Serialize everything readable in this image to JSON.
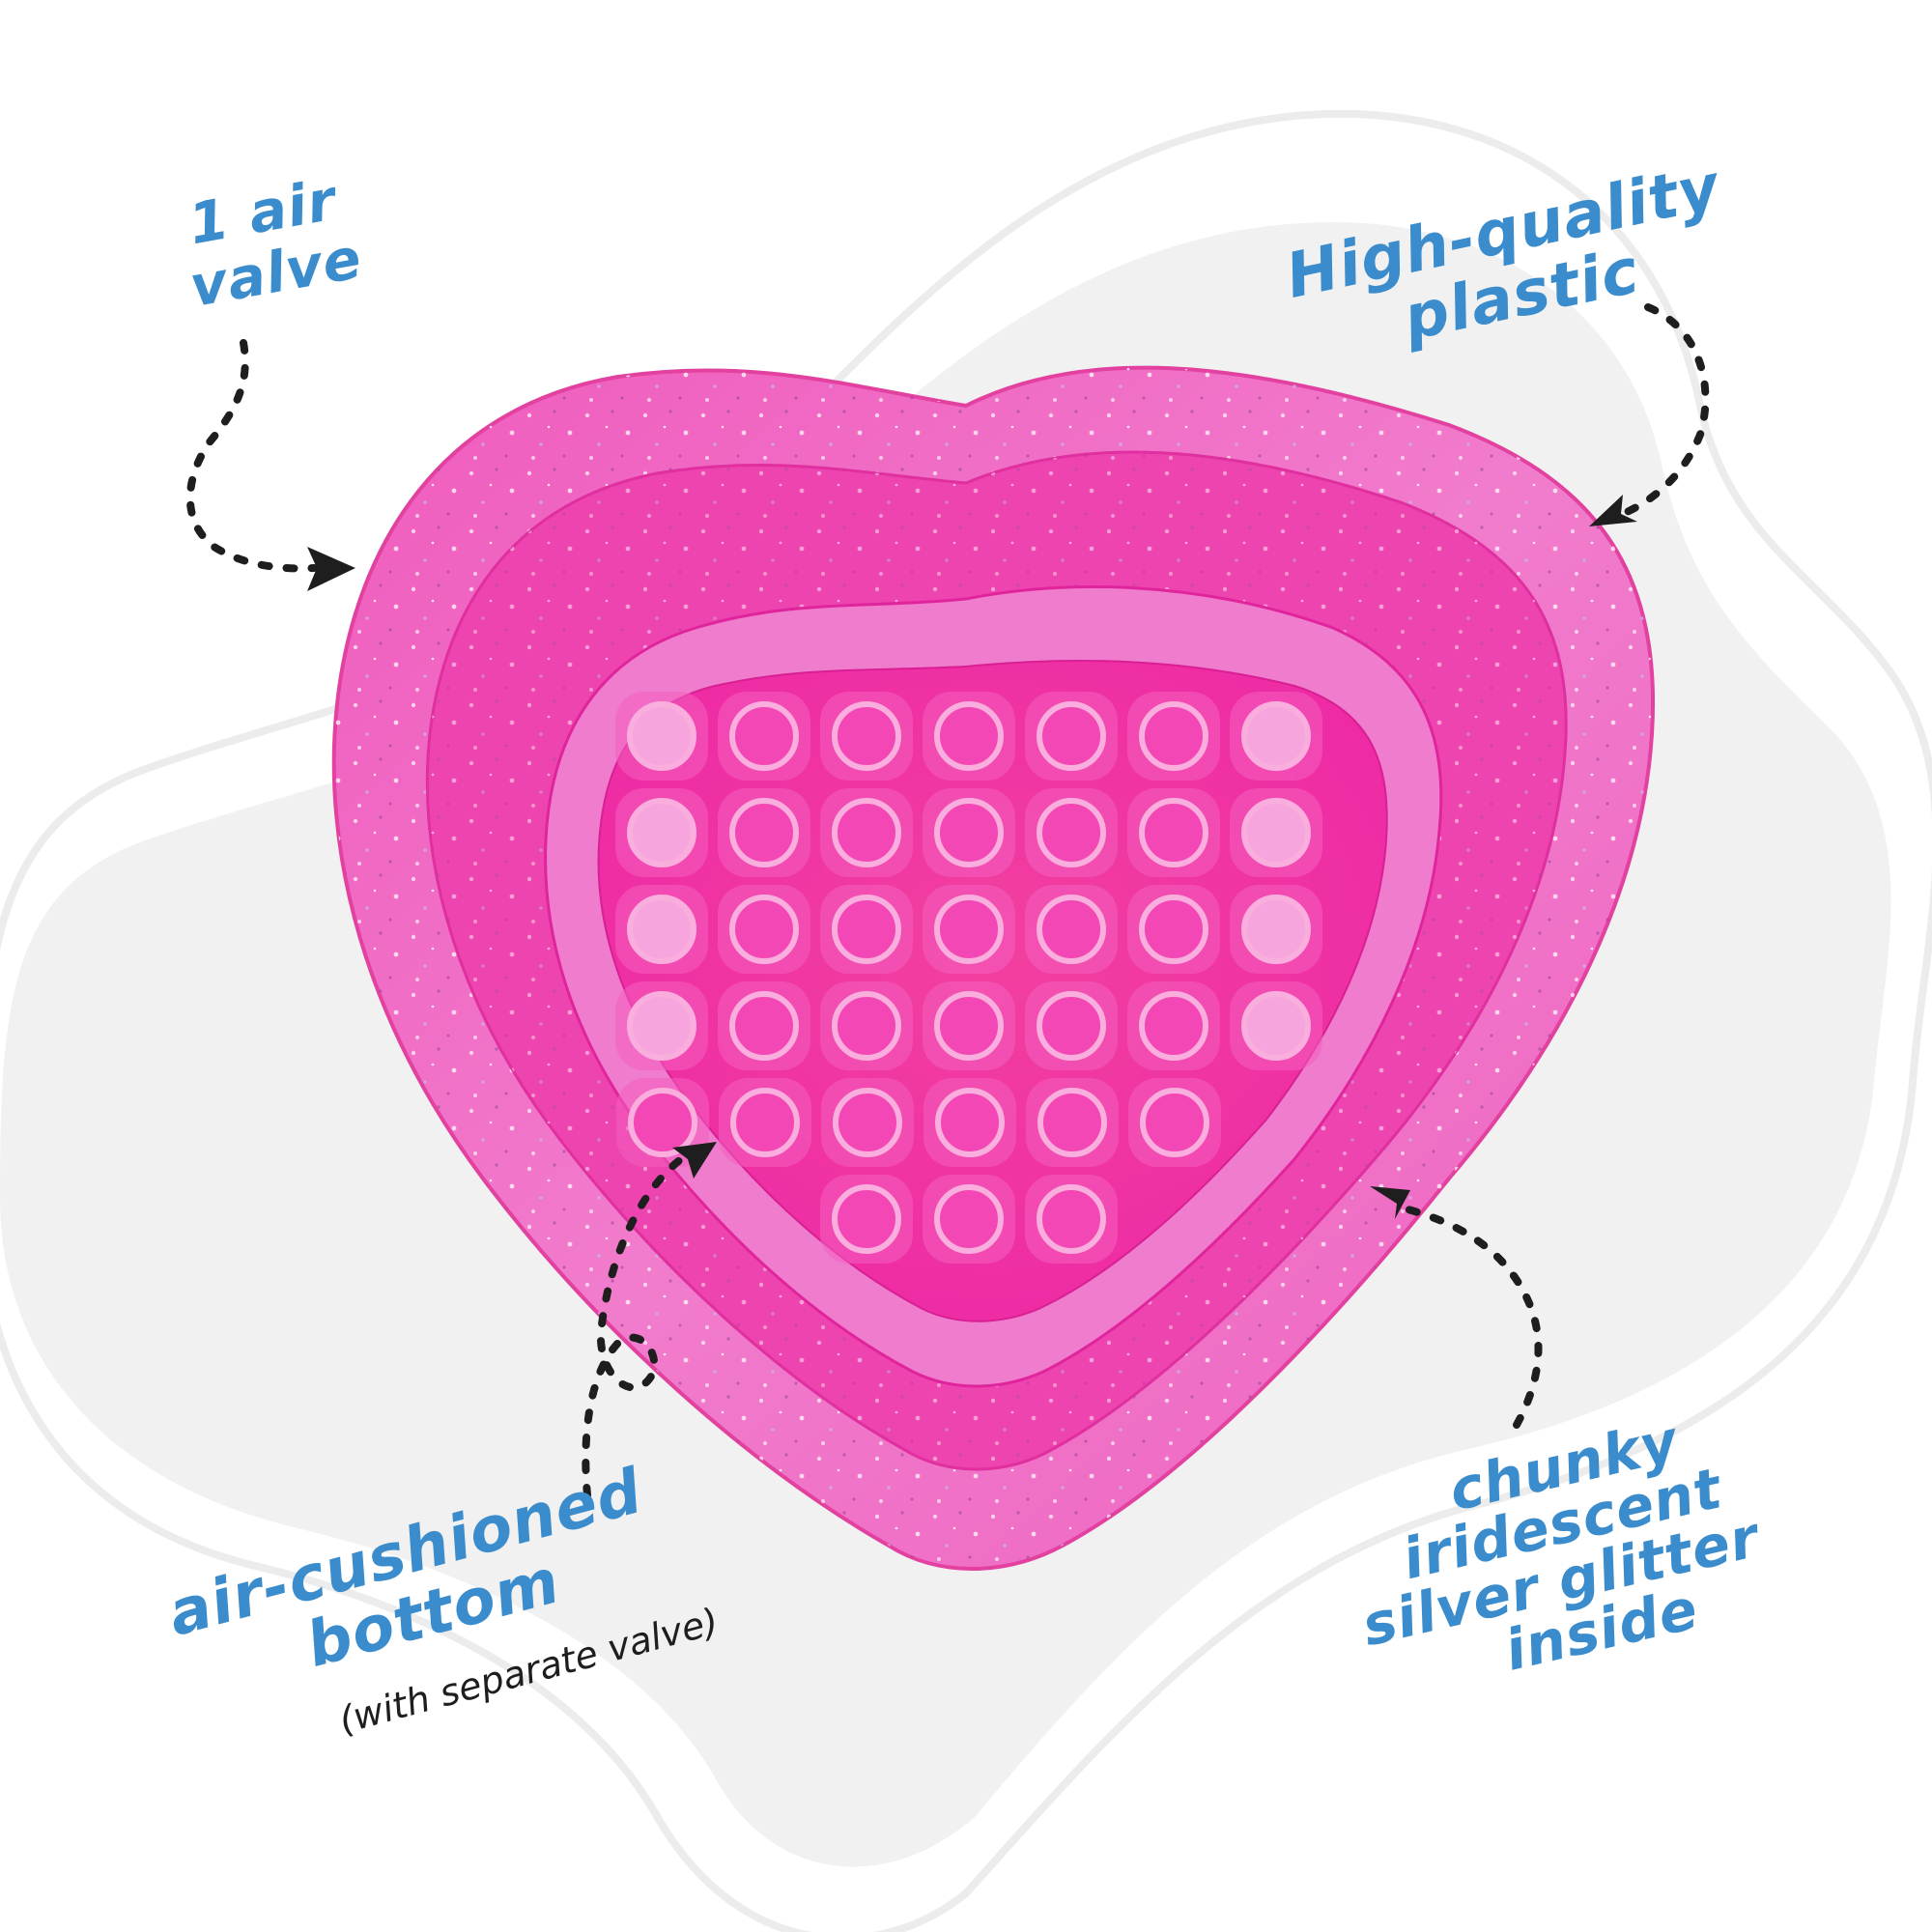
{
  "colors": {
    "background": "#ffffff",
    "blob": "#f1f1f1",
    "blob_outline": "#ececec",
    "callout_text": "#3a8ccc",
    "note_text": "#1e1e1e",
    "arrow": "#1e1e1e",
    "pool_outer": "#f06ac0",
    "pool_rim": "#e645ad",
    "pool_inner": "#f0219f",
    "pool_floor": "#f244b4",
    "bubble": "#f257bd",
    "bubble_ring": "#f8a3dc",
    "glitter": "#e8d6f2"
  },
  "product": {
    "name": "heart-shaped inflatable pool",
    "bubble_rows": [
      7,
      7,
      7,
      7,
      6,
      3
    ]
  },
  "callouts": {
    "air_valve": {
      "lines": [
        "1 air",
        "valve"
      ]
    },
    "plastic": {
      "lines": [
        "High-quality",
        "plastic"
      ]
    },
    "bottom": {
      "lines": [
        "air-cushioned",
        "bottom"
      ],
      "note": "(with separate valve)"
    },
    "glitter": {
      "lines": [
        "chunky",
        "iridescent",
        "silver glitter",
        "inside"
      ]
    }
  }
}
